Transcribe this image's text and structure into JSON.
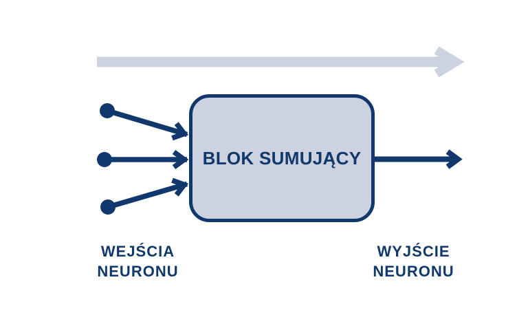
{
  "colors": {
    "navy": "#10386c",
    "lightblue": "#ccd2df",
    "background": "#ffffff"
  },
  "block": {
    "label": "BLOK SUMUJĄCY"
  },
  "labels": {
    "input": [
      "WEJŚCIA",
      "NEURONU"
    ],
    "output": [
      "WYJŚCIE",
      "NEURONU"
    ]
  },
  "icons": {
    "flow": "flow-direction-arrow",
    "inputs": "input-node-dots-with-arrows",
    "output": "output-arrow"
  }
}
